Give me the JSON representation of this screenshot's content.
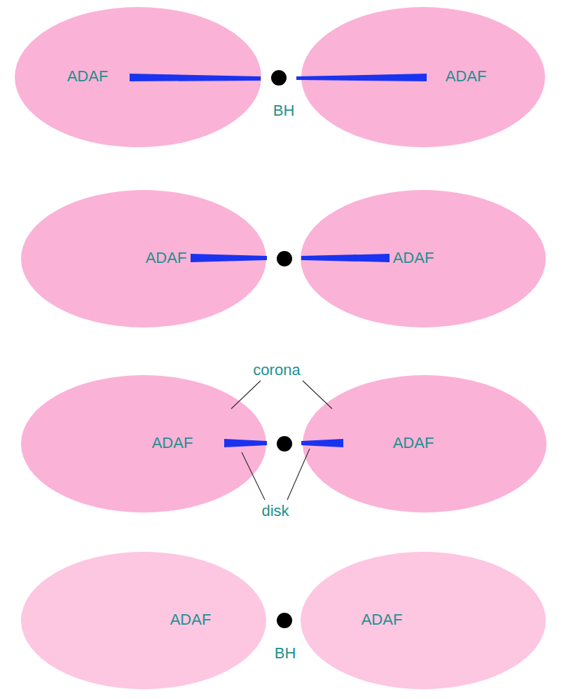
{
  "diagram": {
    "nodes": [
      {
        "text": [
          "ADAF"
        ]
      },
      {
        "text": [
          "ADAF"
        ]
      },
      {
        "text": [
          "BH"
        ]
      },
      {
        "text": [
          "ADAF"
        ]
      },
      {
        "text": [
          "ADAF"
        ]
      },
      {
        "text": [
          "ADAF"
        ]
      },
      {
        "text": [
          "ADAF"
        ]
      },
      {
        "text": [
          "ADAF"
        ]
      },
      {
        "text": [
          "ADAF"
        ]
      },
      {
        "text": [
          "BH"
        ]
      }
    ],
    "labels": [
      "corona",
      "disk"
    ]
  }
}
